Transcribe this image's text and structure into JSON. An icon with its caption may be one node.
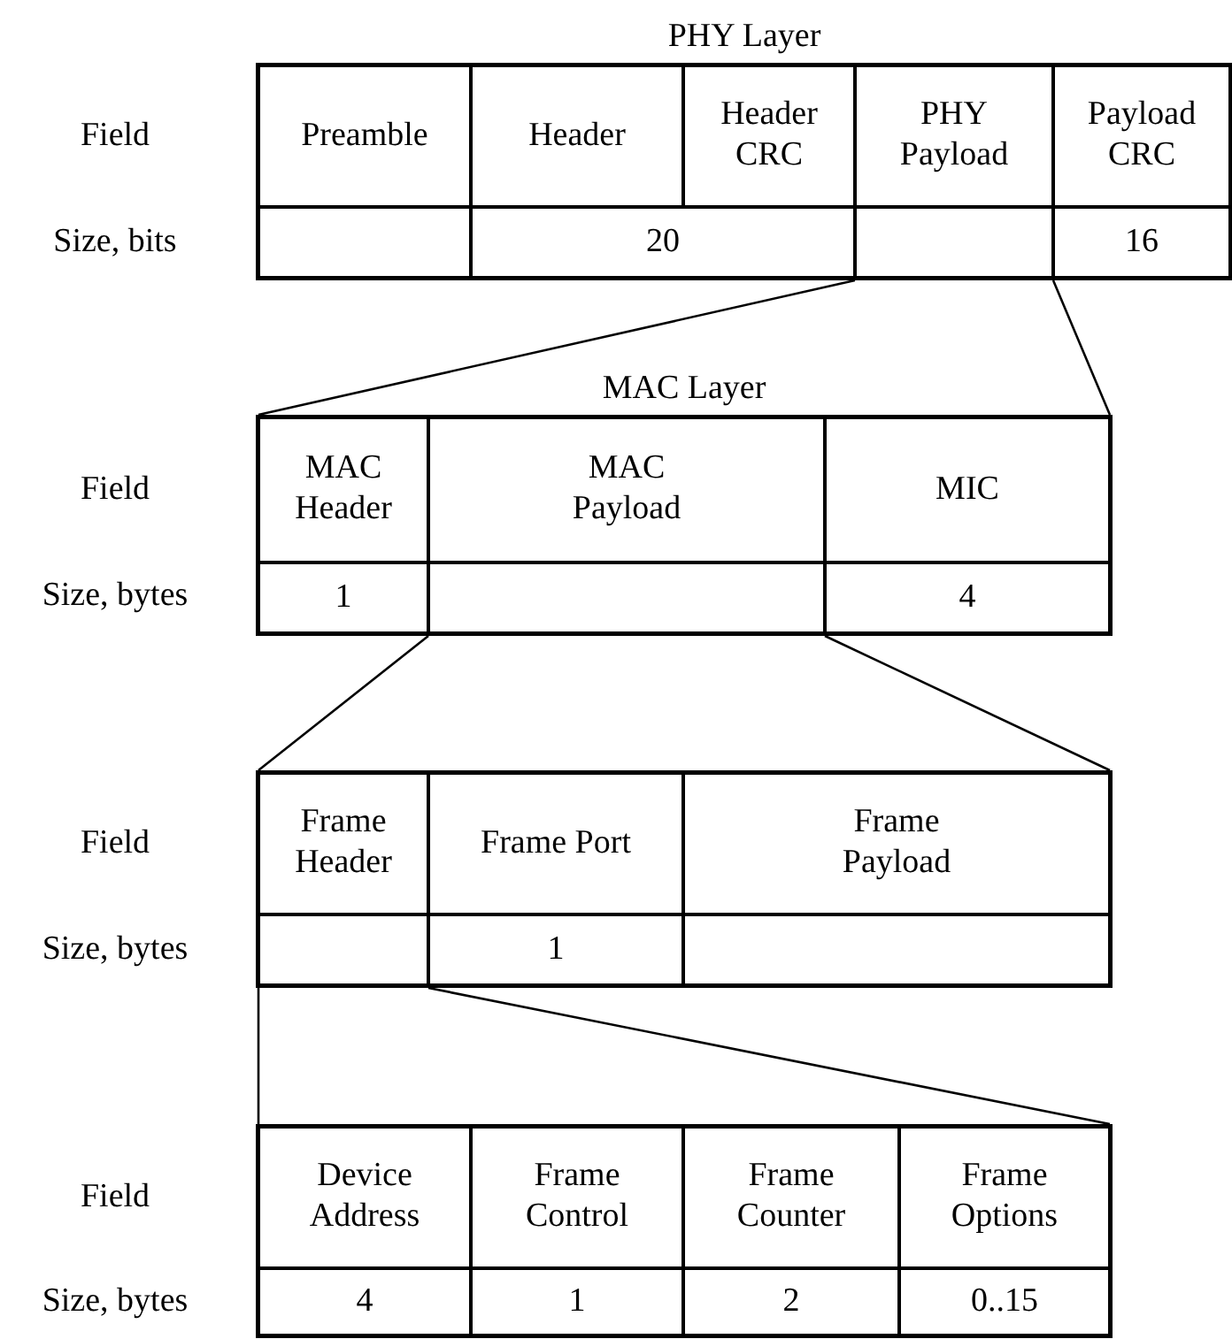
{
  "diagram": {
    "nodes": [
      {
        "text": [
          "PHY Layer"
        ]
      },
      {
        "text": [
          "Preamble"
        ],
        "in": 0
      },
      {
        "text": [
          "Header"
        ],
        "in": 0
      },
      {
        "text": [
          "Header CRC"
        ],
        "in": 0
      },
      {
        "text": [
          "PHY Payload"
        ],
        "in": 0
      },
      {
        "text": [
          "Payload CRC"
        ],
        "in": 0
      },
      {
        "text": [],
        "shape": "box",
        "in": 0
      },
      {
        "text": [
          "20"
        ],
        "in": 0
      },
      {
        "text": [],
        "shape": "box",
        "in": 0
      },
      {
        "text": [
          "16"
        ],
        "in": 0
      },
      {
        "text": [
          "MAC Layer"
        ]
      },
      {
        "text": [
          "MAC Header"
        ],
        "in": 10
      },
      {
        "text": [
          "MAC Payload"
        ],
        "in": 10
      },
      {
        "text": [
          "MIC"
        ],
        "in": 10
      },
      {
        "text": [
          "1"
        ],
        "in": 10
      },
      {
        "text": [],
        "shape": "box",
        "in": 10
      },
      {
        "text": [
          "4"
        ],
        "in": 10
      },
      {
        "text": [],
        "shape": "box"
      },
      {
        "text": [
          "Frame Header"
        ],
        "in": 17
      },
      {
        "text": [
          "Frame Port"
        ],
        "in": 17
      },
      {
        "text": [
          "Frame Payload"
        ],
        "in": 17
      },
      {
        "text": [],
        "shape": "box",
        "in": 17
      },
      {
        "text": [
          "1"
        ],
        "in": 17
      },
      {
        "text": [],
        "shape": "box",
        "in": 17
      },
      {
        "text": [],
        "shape": "box"
      },
      {
        "text": [
          "Device Address"
        ],
        "in": 24
      },
      {
        "text": [
          "Frame Control"
        ],
        "in": 24
      },
      {
        "text": [
          "Frame Counter"
        ],
        "in": 24
      },
      {
        "text": [
          "Frame Options"
        ],
        "in": 24
      },
      {
        "text": [
          "4"
        ],
        "in": 24
      },
      {
        "text": [
          "1"
        ],
        "in": 24
      },
      {
        "text": [
          "2"
        ],
        "in": 24
      },
      {
        "text": [
          "0..15"
        ],
        "in": 24
      }
    ],
    "edges": [
      {
        "from": 8,
        "to": 10,
        "arrow": "none"
      },
      {
        "from": 8,
        "to": 10,
        "arrow": "none"
      },
      {
        "from": 15,
        "to": 17,
        "arrow": "none"
      },
      {
        "from": 15,
        "to": 17,
        "arrow": "none"
      },
      {
        "from": 21,
        "to": 24,
        "arrow": "none"
      },
      {
        "from": 21,
        "to": 24,
        "arrow": "none"
      }
    ],
    "labels": [
      "Field",
      "Size, bits",
      "Field",
      "Size, bytes",
      "Field",
      "Size, bytes",
      "Field",
      "Size, bytes"
    ]
  }
}
